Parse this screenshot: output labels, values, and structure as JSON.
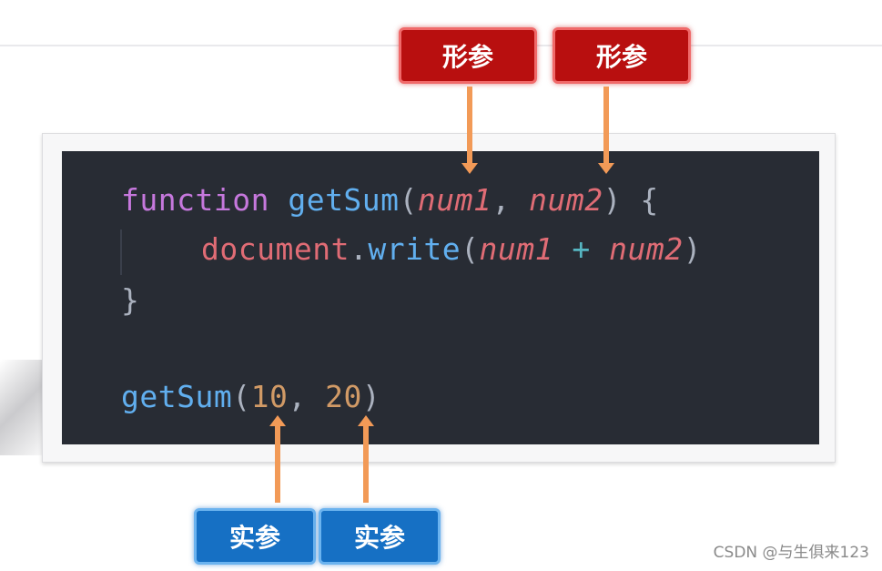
{
  "labels": {
    "formal_1": "形参",
    "formal_2": "形参",
    "actual_1": "实参",
    "actual_2": "实参"
  },
  "code": {
    "line1": {
      "keyword": "function",
      "fn_name": "getSum",
      "open_paren": "(",
      "param1": "num1",
      "comma": ", ",
      "param2": "num2",
      "close": ") {"
    },
    "line2": {
      "object": "document",
      "dot": ".",
      "method": "write",
      "open_paren": "(",
      "arg1": "num1",
      "plus": " + ",
      "arg2": "num2",
      "close_paren": ")"
    },
    "line3": {
      "brace": "}"
    },
    "line4": {
      "fn_name": "getSum",
      "open_paren": "(",
      "num1": "10",
      "comma": ", ",
      "num2": "20",
      "close_paren": ")"
    }
  },
  "watermark": "CSDN @与生俱来123",
  "colors": {
    "panel_bg": "#282c34",
    "keyword": "#c678dd",
    "function": "#61afef",
    "param": "#e06c75",
    "number": "#d19a66",
    "label_red": "#b80f0f",
    "label_blue": "#1670c4",
    "arrow": "#f29a57"
  }
}
